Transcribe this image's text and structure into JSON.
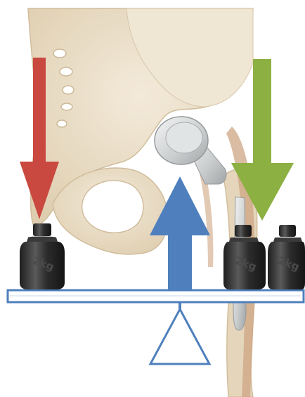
{
  "diagram": {
    "weights": {
      "left": {
        "label": "2kg",
        "count": 1
      },
      "right": {
        "label": "2kg",
        "count": 2
      }
    },
    "colors": {
      "background": "#ffffff",
      "bone": "#ede1cc",
      "bone_shade": "#d9c6a4",
      "muscle": "#c9a27f",
      "implant": "#c8cbcc",
      "left_arrow": "#c9483f",
      "right_arrow": "#8db043",
      "fulcrum_arrow": "#4f80bd",
      "lever_outline": "#4f80bd",
      "weight_metal": "#2e2e2e"
    },
    "icons": {
      "left_arrow": "arrow-down",
      "right_arrow": "arrow-down",
      "fulcrum_arrow": "arrow-up",
      "fulcrum": "triangle",
      "weight": "kettle-weight"
    }
  }
}
